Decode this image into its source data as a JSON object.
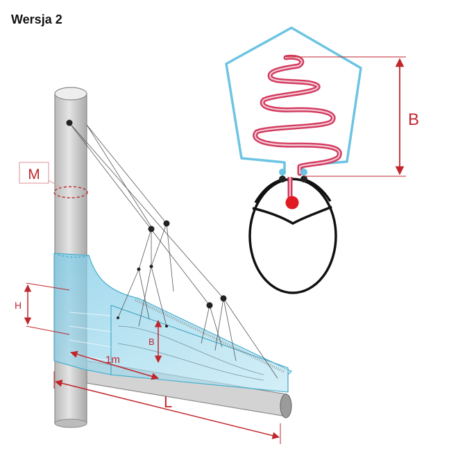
{
  "title": "Wersja 2",
  "labels": {
    "m": "M",
    "h": "H",
    "b_small": "B",
    "one_m": "1m",
    "l": "L",
    "b_large": "B"
  },
  "colors": {
    "pole": "#d0d0d0",
    "pole_stroke": "#8a8a8a",
    "net": "#8fd2e8",
    "net_stroke": "#4ab0cf",
    "dimension": "#c0262c",
    "wire": "#555555",
    "heater": "#d23a5e",
    "outline": "#6cc4e2",
    "oval": "#111111"
  }
}
